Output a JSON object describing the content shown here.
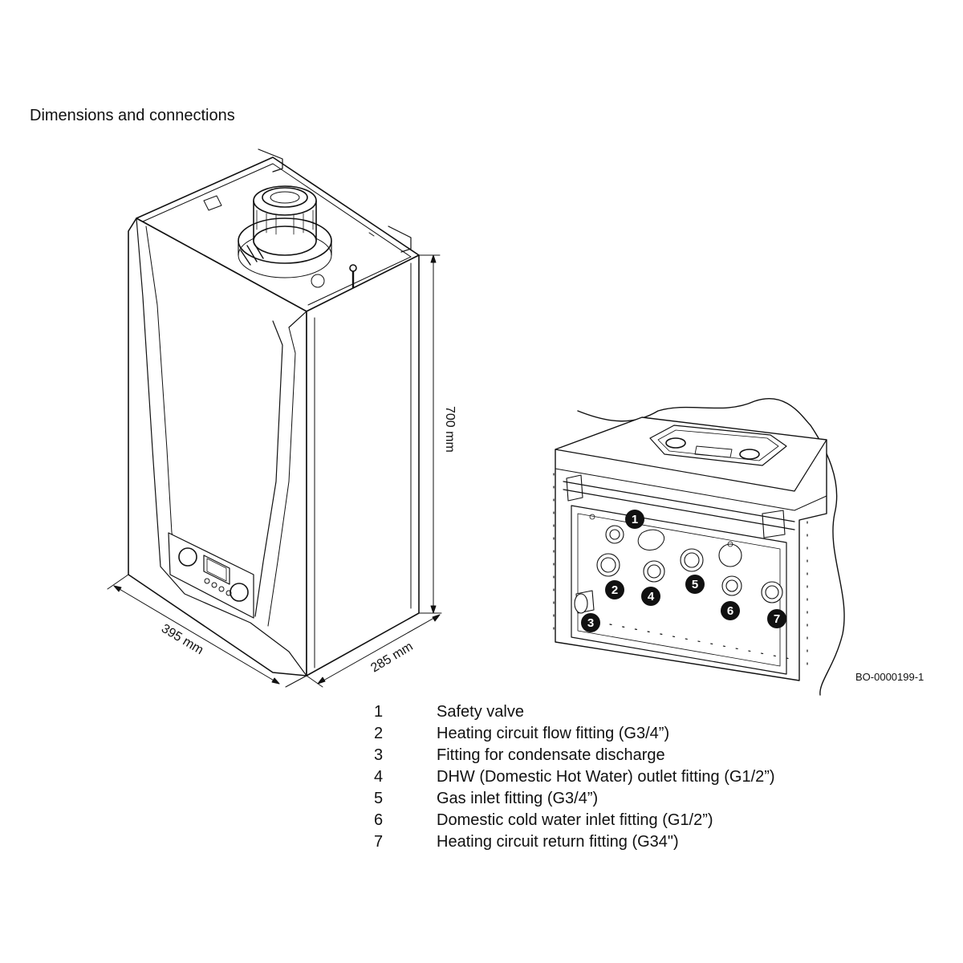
{
  "title": "Dimensions and connections",
  "reference": "BO-0000199-1",
  "dimensions": {
    "height": "700 mm",
    "width": "395 mm",
    "depth": "285 mm"
  },
  "callouts": [
    "1",
    "2",
    "3",
    "4",
    "5",
    "6",
    "7"
  ],
  "legend": [
    {
      "num": "1",
      "text": "Safety valve"
    },
    {
      "num": "2",
      "text": "Heating circuit flow fitting (G3/4”)"
    },
    {
      "num": "3",
      "text": "Fitting for condensate discharge"
    },
    {
      "num": "4",
      "text": "DHW (Domestic Hot Water) outlet fitting (G1/2”)"
    },
    {
      "num": "5",
      "text": "Gas inlet fitting (G3/4”)"
    },
    {
      "num": "6",
      "text": "Domestic cold water inlet fitting (G1/2”)"
    },
    {
      "num": "7",
      "text": "Heating circuit return fitting (G34\")"
    }
  ]
}
